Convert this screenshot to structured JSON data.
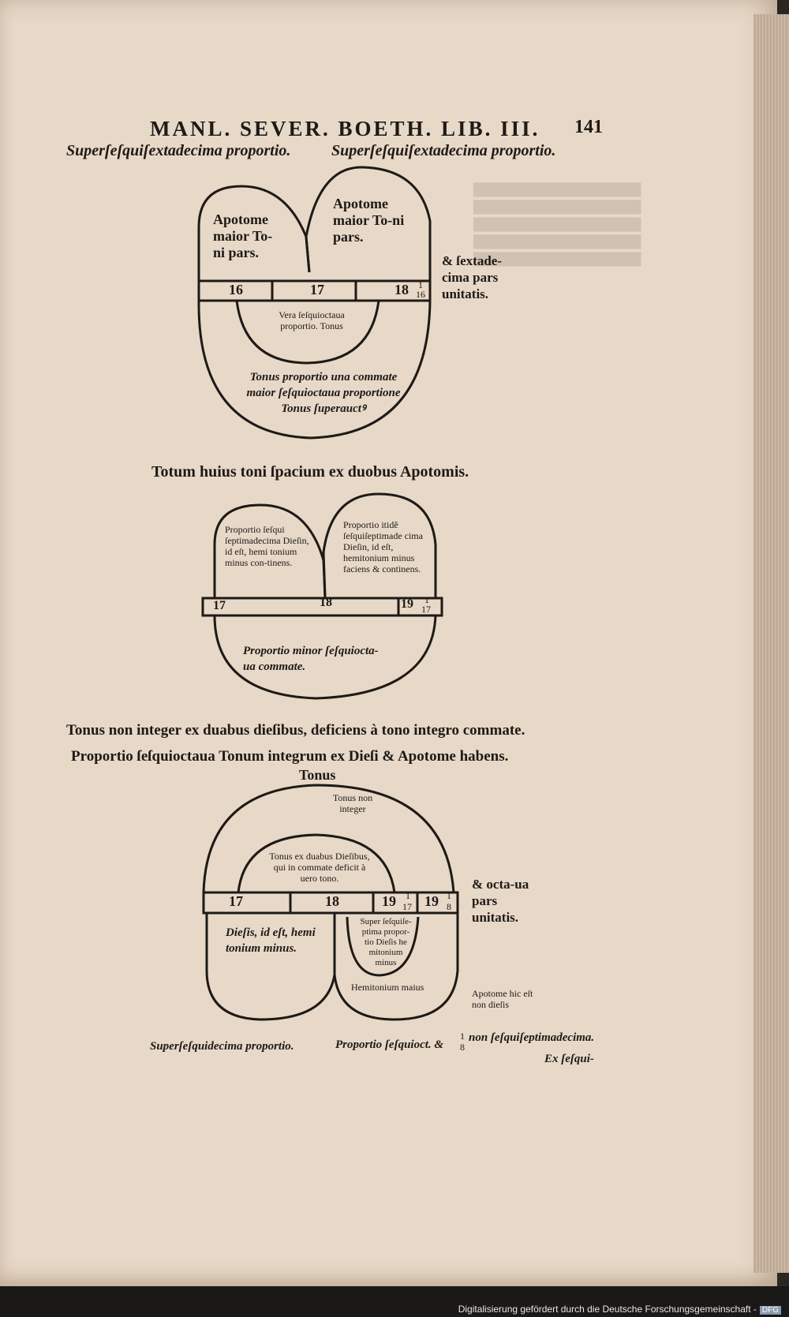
{
  "header": {
    "running_title": "MANL. SEVER. BOETH. LIB. III.",
    "folio": "141"
  },
  "diagram1": {
    "caption_left": "Superſeſquiſextadecima proportio.",
    "caption_right": "Superſeſquiſextadecima proportio.",
    "left_lobe": "Apotome maior To-ni pars.",
    "right_lobe": "Apotome maior To-ni pars.",
    "numbers": [
      "16",
      "17",
      "18"
    ],
    "fraction": {
      "num": "1",
      "den": "16"
    },
    "inner_arc": "Vera ſeſquioctaua proportio. Tonus",
    "outer_arc": "Tonus proportio una commate maior ſeſquioctaua proportione Tonus ſuperauctꝰ",
    "side_note": "& ſextade-cima pars unitatis."
  },
  "diagram2": {
    "title": "Totum huius toni ſpacium ex duobus Apotomis.",
    "left_lobe": "Proportio ſeſqui ſeptimadecima Dieſin, id eſt, hemi tonium minus con-tinens.",
    "right_lobe": "Proportio itidẽ ſeſquiſeptimade cima Dieſin, id eſt, hemitonium minus faciens & continens.",
    "numbers": [
      "17",
      "18",
      "19"
    ],
    "fraction": {
      "num": "1",
      "den": "17"
    },
    "lower_arc": "Proportio minor ſeſquiocta-ua commate."
  },
  "diagram3": {
    "title1": "Tonus non integer ex duabus dieſibus, deficiens à tono integro commate.",
    "title2": "Proportio ſeſquioctaua Tonum integrum ex Dieſi & Apotome habens.",
    "title3": "Tonus",
    "outer_arc": "Tonus non integer",
    "inner_arc": "Tonus ex duabus Dieſibus, qui in commate deficit à uero tono.",
    "numbers": [
      "17",
      "18",
      "19",
      "19"
    ],
    "fraction1": {
      "num": "1",
      "den": "17"
    },
    "fraction2": {
      "num": "1",
      "den": "8"
    },
    "left_lower": "Dieſis, id eſt, hemi tonium minus.",
    "inner_lower": "Super ſeſquiſe-ptima propor-tio Dieſis he mitonium minus",
    "hemitonium": "Hemitonium maius",
    "apotome_note": "Apotome hic eſt non dieſis",
    "side_note": "& octa-ua pars unitatis.",
    "bottom_left": "Superſeſquidecima proportio.",
    "bottom_right": "Proportio ſeſquioct. &",
    "bottom_right_fraction": {
      "num": "1",
      "den": "8"
    },
    "bottom_right_tail": "non ſeſquiſeptimadecima.",
    "catchword": "Ex ſeſqui-"
  },
  "footer": {
    "credit": "Digitalisierung gefördert durch die Deutsche Forschungsgemeinschaft -",
    "badge": "DFG"
  }
}
